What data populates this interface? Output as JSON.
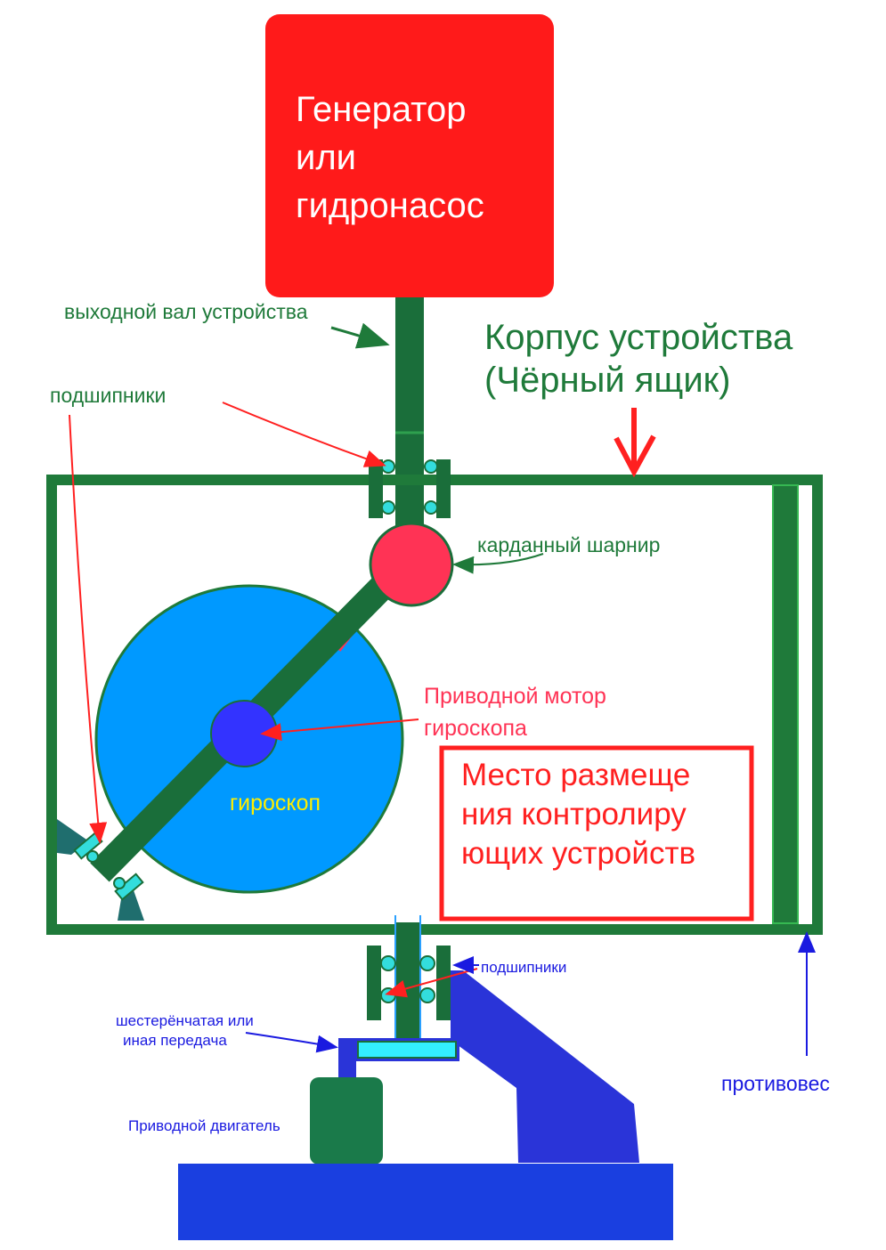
{
  "generator": {
    "lines": [
      "Генератор",
      "или",
      "гидронасос"
    ]
  },
  "labels": {
    "output_shaft": "выходной вал устройства",
    "housing_line1": "Корпус устройства",
    "housing_line2": "(Чёрный ящик)",
    "bearings_top": "подшипники",
    "cardan": "карданный шарнир",
    "gyro_motor_line1": "Приводной мотор",
    "gyro_motor_line2": "гироскопа",
    "gyroscope": "гироскоп",
    "control_line1": "Место размеще",
    "control_line2": "ния контролиру",
    "control_line3": "ющих устройств",
    "bearings_bottom": "подшипники",
    "gear_line1": "шестерёнчатая или",
    "gear_line2": "иная передача",
    "drive_motor": "Приводной двигатель",
    "counterweight": "противовес"
  },
  "colors": {
    "generator": "#ff1a1a",
    "frame": "#1f7a3a",
    "shaft": "#1a6e3a",
    "cardan": "#ff3355",
    "gyroscope": "#0099ff",
    "gyro_motor": "#3333ff",
    "bearing": "#33dddd",
    "base": "#1a3fe0",
    "red_text": "#ff2020",
    "green_text": "#1f7a3a",
    "blue_text": "#1a1ae0",
    "yellow_text": "#ffee00"
  }
}
